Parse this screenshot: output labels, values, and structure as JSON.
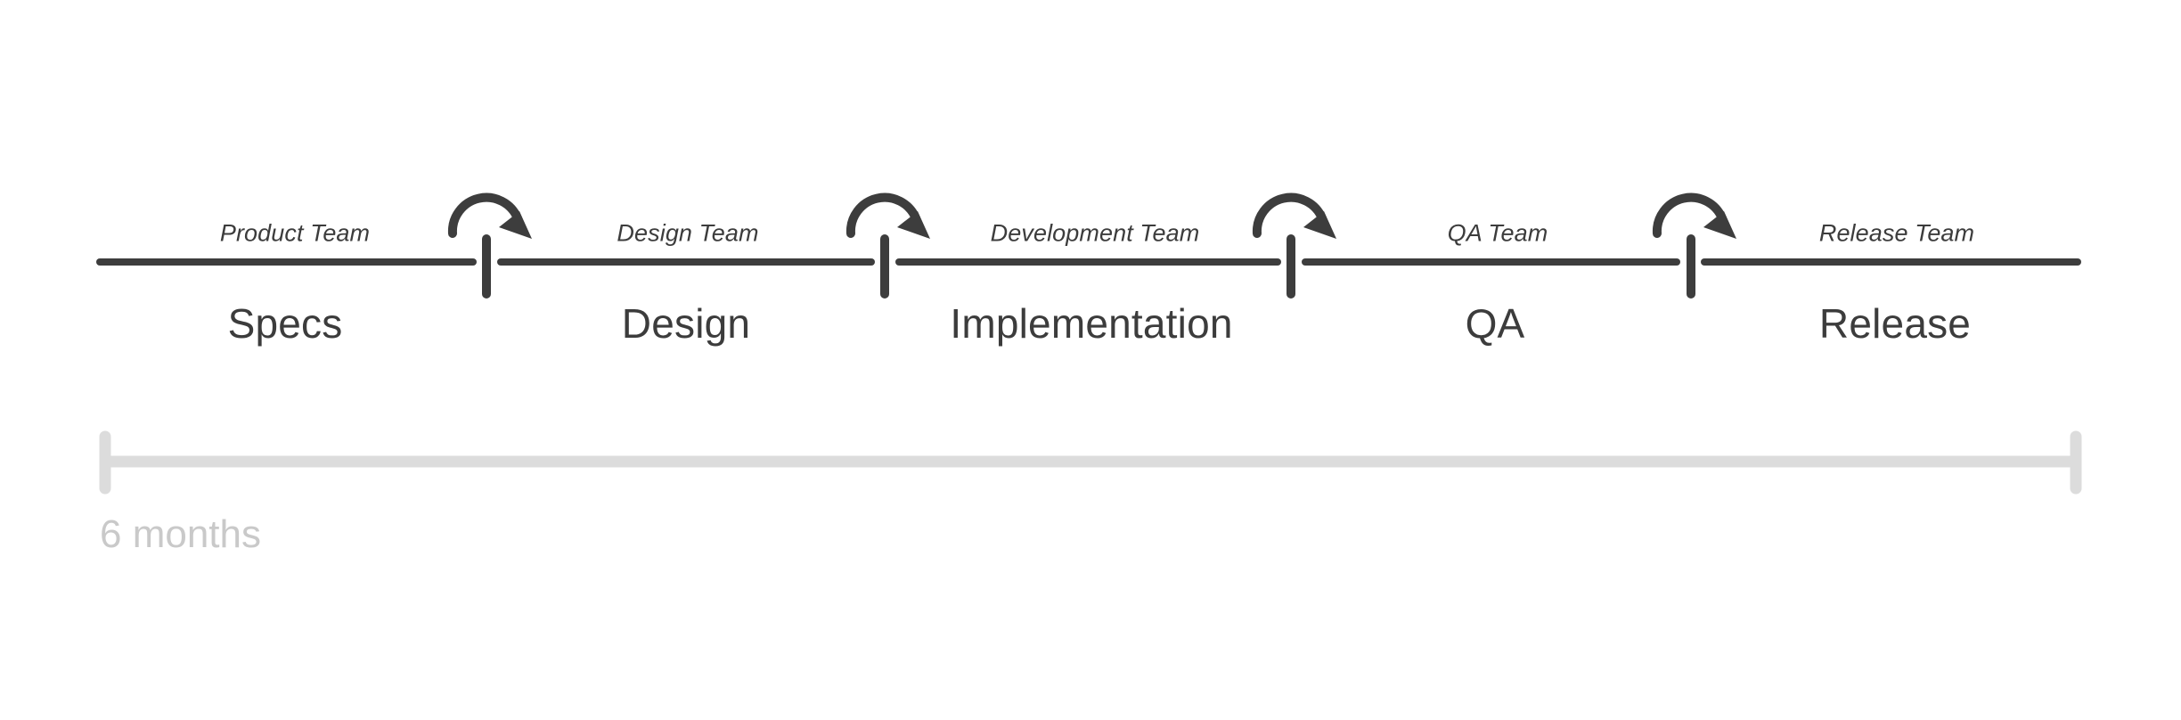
{
  "diagram": {
    "type": "process-timeline",
    "orientation": "horizontal",
    "colors": {
      "line": "#3d3d3d",
      "text_primary": "#3c3c3c",
      "text_muted": "#c9c9c9",
      "ruler": "#dcdcdc",
      "background": "#ffffff"
    },
    "phases": [
      {
        "name": "Specs",
        "team": "Product Team"
      },
      {
        "name": "Design",
        "team": "Design Team"
      },
      {
        "name": "Implementation",
        "team": "Development Team"
      },
      {
        "name": "QA",
        "team": "QA Team"
      },
      {
        "name": "Release",
        "team": "Release Team"
      }
    ],
    "transitions": [
      {
        "from": "Specs",
        "to": "Design",
        "icon": "curved-arrow-icon"
      },
      {
        "from": "Design",
        "to": "Implementation",
        "icon": "curved-arrow-icon"
      },
      {
        "from": "Implementation",
        "to": "QA",
        "icon": "curved-arrow-icon"
      },
      {
        "from": "QA",
        "to": "Release",
        "icon": "curved-arrow-icon"
      }
    ],
    "duration": {
      "label": "6 months",
      "value": 6,
      "unit": "months"
    }
  }
}
